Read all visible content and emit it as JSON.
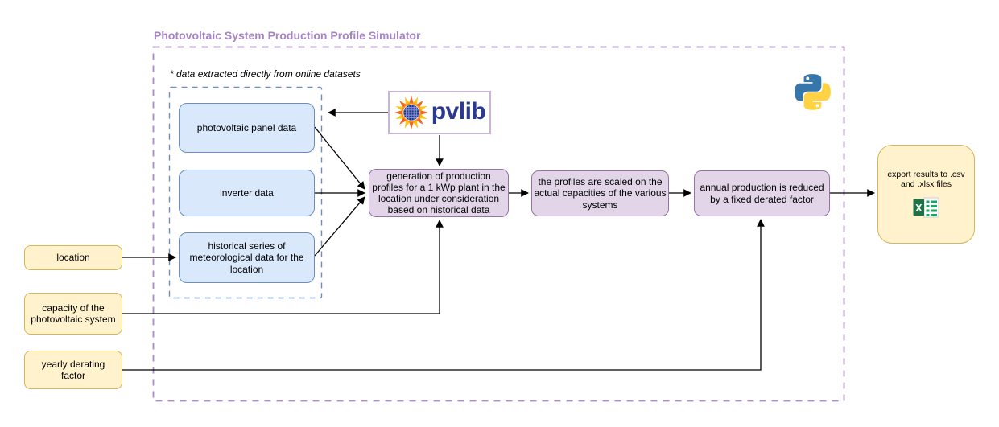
{
  "title": "Photovoltaic System Production Profile Simulator",
  "note": "* data extracted directly from online datasets",
  "logos": {
    "pvlib": "pvlib"
  },
  "sources": {
    "panel": "photovoltaic panel data",
    "inverter": "inverter data",
    "meteo": "historical series of meteorological data for the location"
  },
  "processes": {
    "generation": "generation of production profiles for a 1 kWp plant in the location under consideration based on historical data",
    "scaling": "the profiles are scaled on the actual capacities of the various systems",
    "derating": "annual production is reduced by a fixed derated factor"
  },
  "inputs": {
    "location": "location",
    "capacity": "capacity of the photovoltaic system",
    "derating_factor": "yearly derating factor"
  },
  "output": {
    "export_label": "export results to .csv and .xlsx files"
  },
  "icons": {
    "excel_letter": "X"
  },
  "colors": {
    "title_text": "#a584c5",
    "container_border": "#a98bc8",
    "group_border": "#6c8ebf",
    "source_fill": "#dae8fc",
    "source_border": "#6c8ebf",
    "process_fill": "#e1d5e7",
    "process_border": "#9673a6",
    "io_fill": "#fff2cc",
    "io_border": "#d6b656",
    "arrow": "#000000",
    "pvlib_text": "#2b3990",
    "python_blue": "#3776ab",
    "python_yellow": "#ffd343",
    "excel_green": "#1e7145"
  }
}
